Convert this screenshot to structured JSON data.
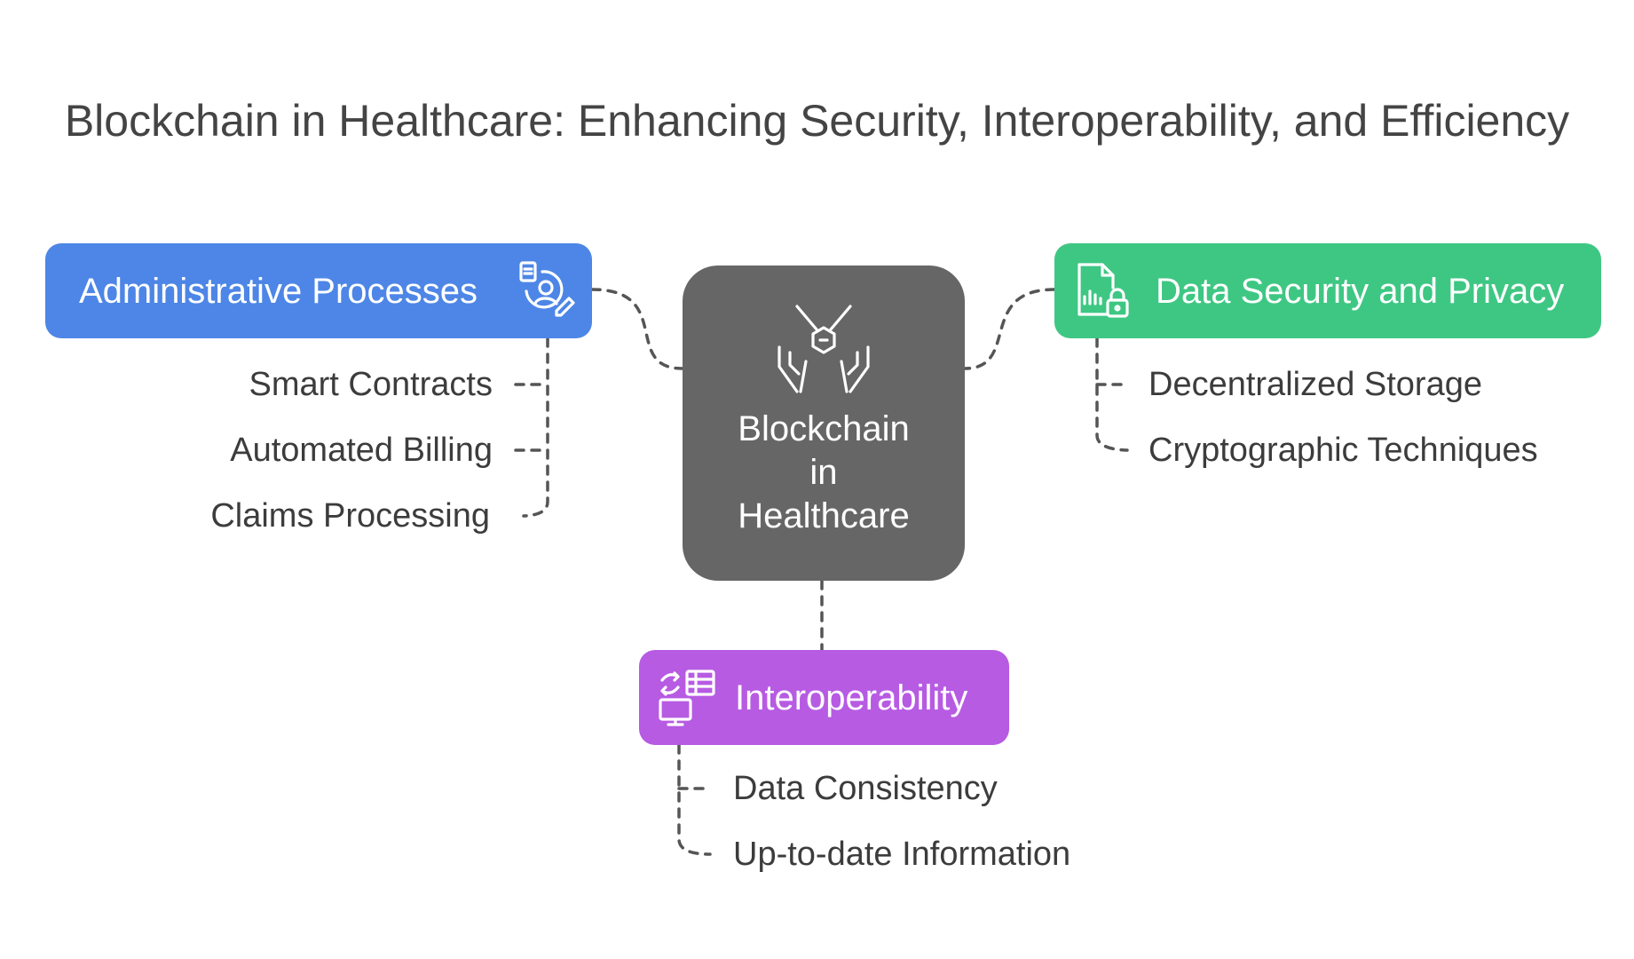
{
  "title": "Blockchain in Healthcare: Enhancing Security, Interoperability, and Efficiency",
  "center": {
    "label_lines": [
      "Blockchain",
      "in",
      "Healthcare"
    ],
    "icon": "hands-holding-blockchain-icon",
    "color": "#666666"
  },
  "branches": {
    "administrative": {
      "label": "Administrative Processes",
      "color": "#4d86e6",
      "icon": "document-user-pen-icon",
      "items": [
        "Smart Contracts",
        "Automated Billing",
        "Claims Processing"
      ]
    },
    "security": {
      "label": "Data Security and Privacy",
      "color": "#3ec783",
      "icon": "file-chart-lock-icon",
      "items": [
        "Decentralized Storage",
        "Cryptographic Techniques"
      ]
    },
    "interoperability": {
      "label": "Interoperability",
      "color": "#b75be3",
      "icon": "monitor-sync-table-icon",
      "items": [
        "Data Consistency",
        "Up-to-date Information"
      ]
    }
  }
}
